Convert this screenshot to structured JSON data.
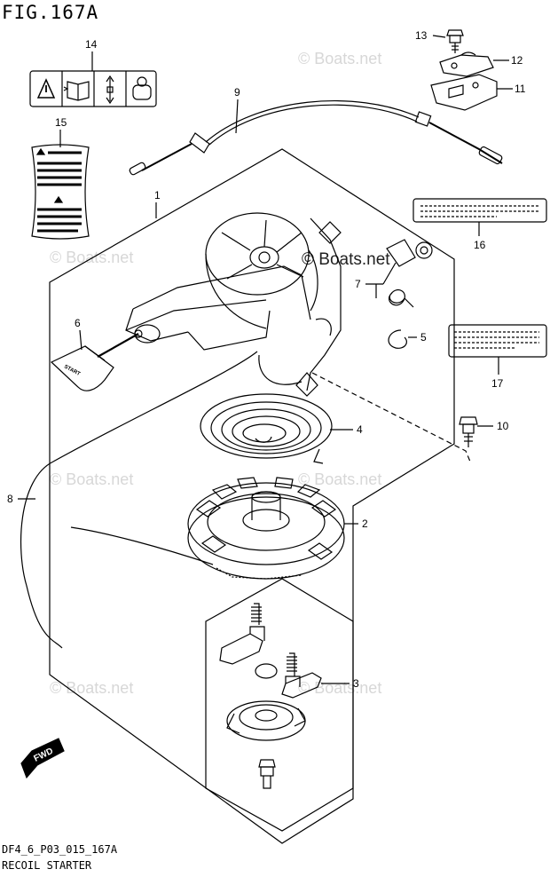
{
  "figure": {
    "title": "FIG.167A",
    "code": "DF4_6_P03_015_167A",
    "name": "RECOIL STARTER"
  },
  "watermark": {
    "text": "© Boats.net"
  },
  "callouts": {
    "c1": "1",
    "c2": "2",
    "c3": "3",
    "c4": "4",
    "c5": "5",
    "c6": "6",
    "c7": "7",
    "c8": "8",
    "c9": "9",
    "c10": "10",
    "c11": "11",
    "c12": "12",
    "c13": "13",
    "c14": "14",
    "c15": "15",
    "c16": "16",
    "c17": "17"
  },
  "labels": {
    "handle_text": "START",
    "fwd_text": "FWD"
  },
  "icons": {
    "warning_label": "warning-triangle-icon",
    "manual_label": "manual-book-icon",
    "arrows_label": "up-down-arrow-icon",
    "knob_label": "starter-knob-icon"
  }
}
